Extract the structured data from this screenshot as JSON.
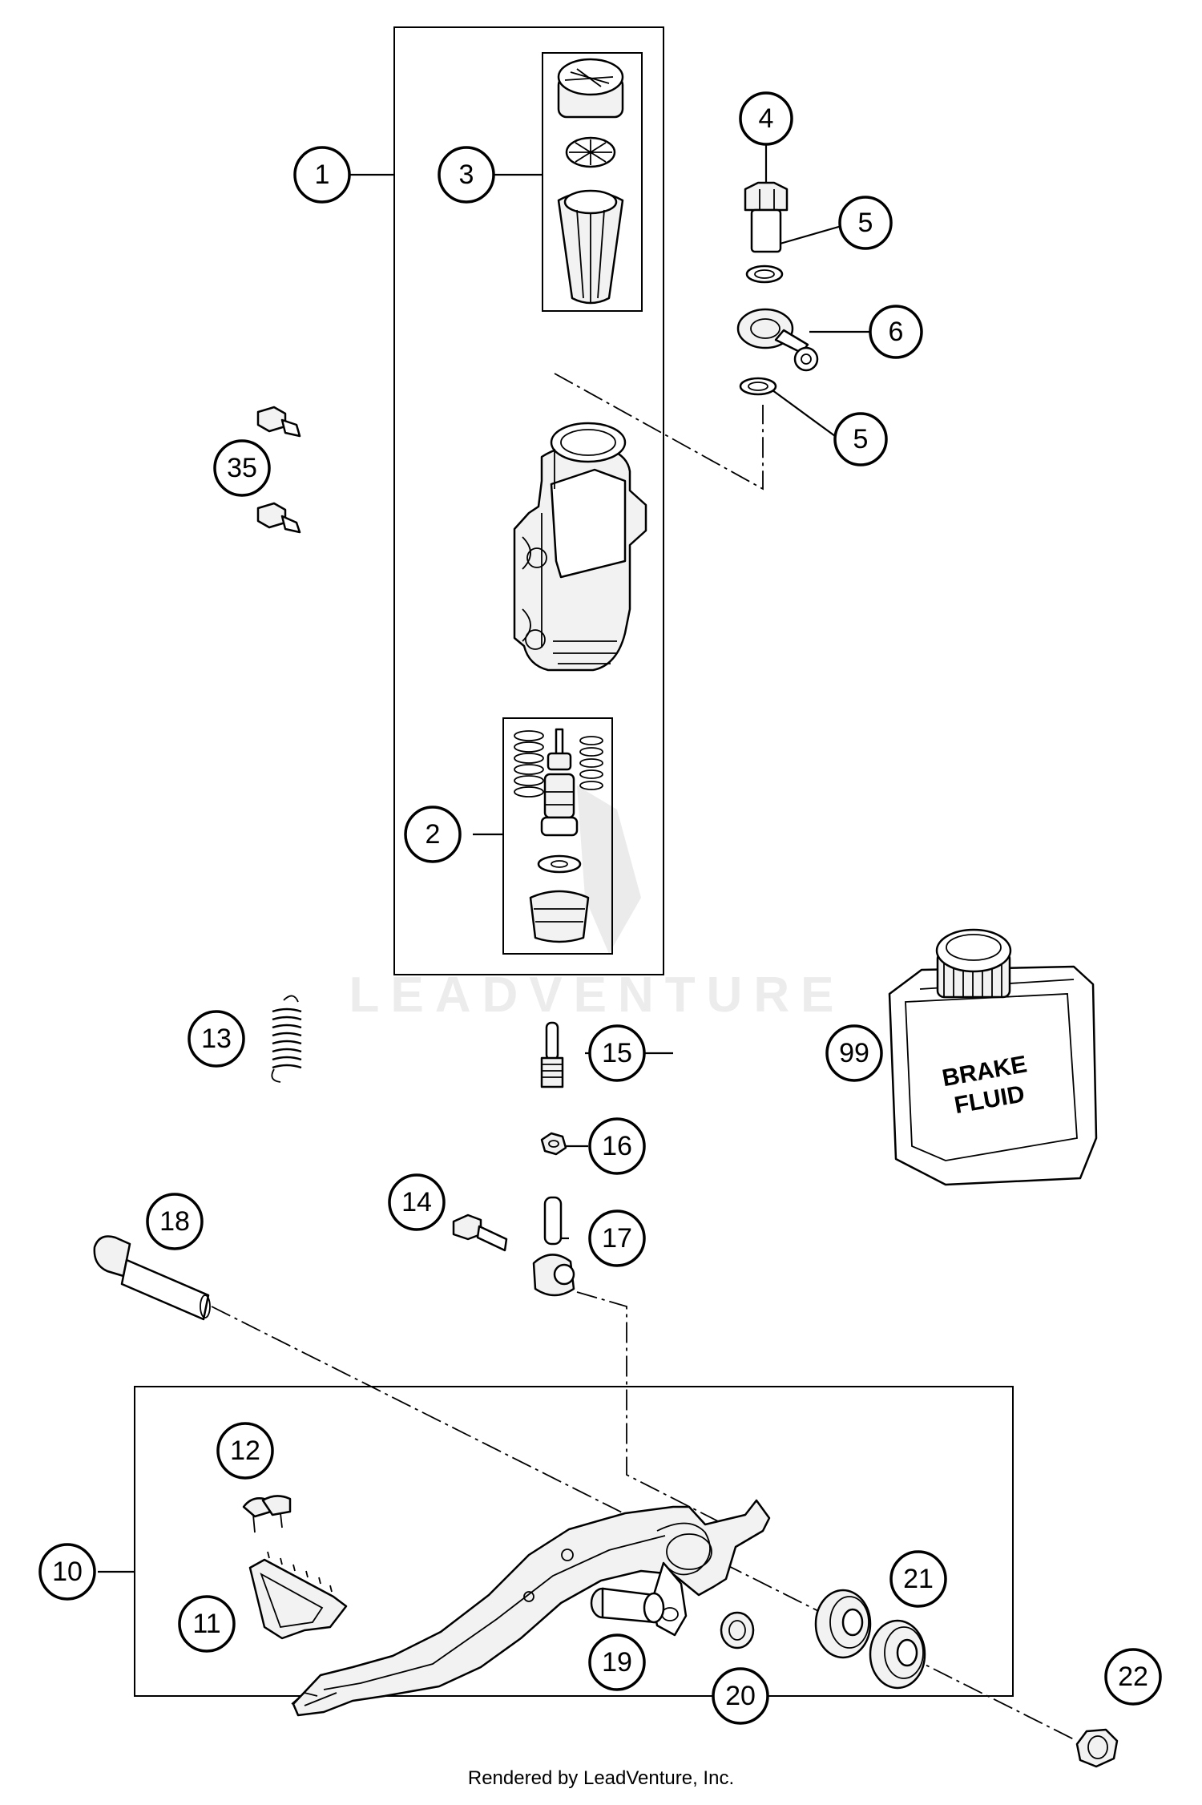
{
  "watermark": "LEADVENTURE",
  "credit": "Rendered by LeadVenture, Inc.",
  "fluid_label": {
    "line1": "BRAKE",
    "line2": "FLUID"
  },
  "callouts": {
    "c1": "1",
    "c2": "2",
    "c3": "3",
    "c4": "4",
    "c5a": "5",
    "c5b": "5",
    "c6": "6",
    "c10": "10",
    "c11": "11",
    "c12": "12",
    "c13": "13",
    "c14": "14",
    "c15": "15",
    "c16": "16",
    "c17": "17",
    "c18": "18",
    "c19": "19",
    "c20": "20",
    "c21": "21",
    "c22": "22",
    "c35": "35",
    "c99": "99"
  }
}
